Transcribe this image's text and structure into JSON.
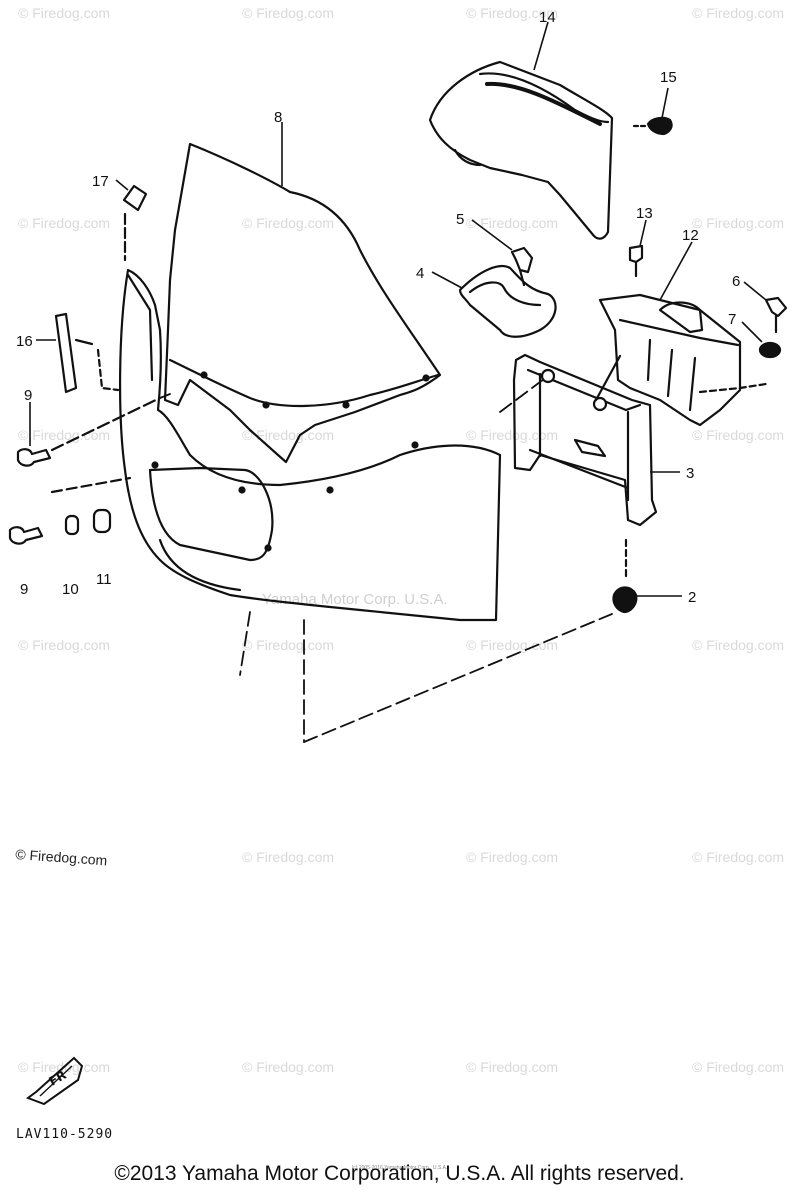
{
  "watermarks": {
    "repeat_text": "© Firedog.com",
    "center_text": "Yamaha Motor Corp. U.S.A.",
    "note_text": "© Firedog.com"
  },
  "callouts": [
    "14",
    "15",
    "8",
    "17",
    "5",
    "13",
    "12",
    "6",
    "4",
    "7",
    "16",
    "9",
    "3",
    "9",
    "10",
    "11",
    "2"
  ],
  "part_code": "LAV110-5290",
  "fr_label": "FR",
  "footer": {
    "copyright": "©2013 Yamaha Motor Corporation, U.S.A. All rights reserved.",
    "tiny": "(c) 2005-2016 Yamaha Motor Corp., U.S.A."
  }
}
